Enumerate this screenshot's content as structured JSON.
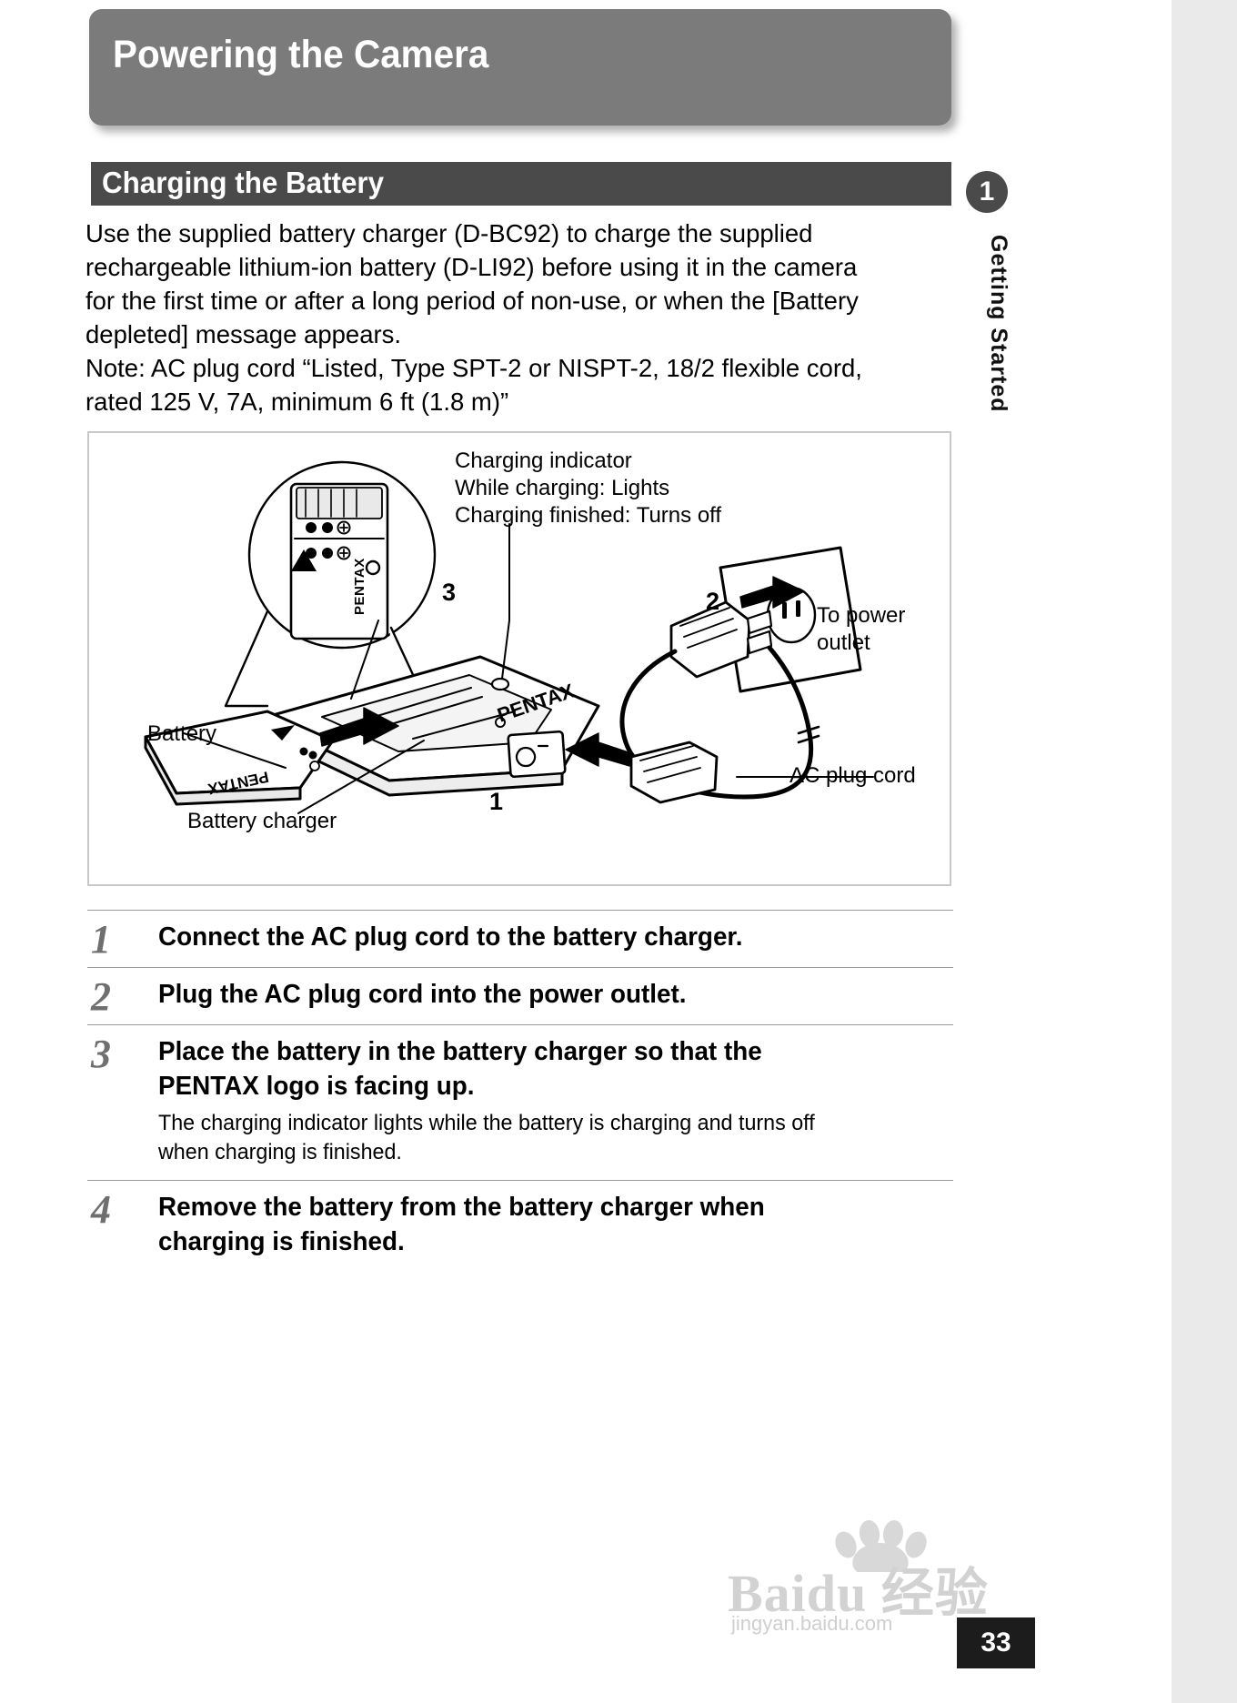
{
  "page": {
    "title": "Powering the Camera",
    "section_title": "Charging the Battery",
    "page_number": "33",
    "chapter_number": "1",
    "chapter_label": "Getting Started"
  },
  "intro": {
    "line1": "Use the supplied battery charger (D-BC92) to charge the supplied",
    "line2": "rechargeable lithium-ion battery (D-LI92) before using it in the camera",
    "line3": "for the first time or after a long period of non-use, or when the [Battery",
    "line4": "depleted] message appears.",
    "line5": "Note: AC plug cord “Listed, Type SPT-2 or NISPT-2, 18/2 flexible cord,",
    "line6": "rated 125 V, 7A, minimum 6 ft (1.8 m)”"
  },
  "figure": {
    "indicator_line1": "Charging indicator",
    "indicator_line2": "While charging: Lights",
    "indicator_line3": "Charging finished: Turns off",
    "label_battery": "Battery",
    "label_battery_charger": "Battery charger",
    "label_ac_plug_cord": "AC plug cord",
    "label_to_power_outlet_line1": "To power",
    "label_to_power_outlet_line2": "outlet",
    "callout_1": "1",
    "callout_2": "2",
    "callout_3": "3",
    "brand_on_battery": "PENTAX",
    "brand_on_charger": "PENTAX"
  },
  "steps": [
    {
      "number": "1",
      "headline": "Connect the AC plug cord to the battery charger.",
      "detail": ""
    },
    {
      "number": "2",
      "headline": "Plug the AC plug cord into the power outlet.",
      "detail": ""
    },
    {
      "number": "3",
      "headline_line1": "Place the battery in the battery charger so that the",
      "headline_line2": "PENTAX logo is facing up.",
      "detail_line1": "The charging indicator lights while the battery is charging and turns off",
      "detail_line2": "when charging is finished."
    },
    {
      "number": "4",
      "headline_line1": "Remove the battery from the battery charger when",
      "headline_line2": "charging is finished.",
      "detail": ""
    }
  ],
  "watermark": {
    "main": "Baidu 经验",
    "sub": "jingyan.baidu.com"
  },
  "colors": {
    "title_banner": "#7b7b7b",
    "section_bar": "#4a4a4a",
    "page_tab": "#1c1c1c",
    "step_number": "#6f6f6f"
  }
}
